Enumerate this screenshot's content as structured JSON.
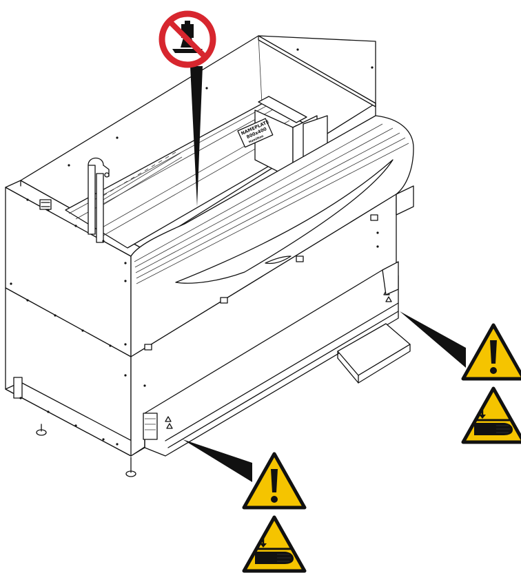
{
  "nameplate": {
    "line1": "NAMEPLATE",
    "line2": "800x400",
    "line3": "Hamilton"
  },
  "colors": {
    "prohibition_red": "#d7262e",
    "warning_yellow": "#f5c400",
    "outline": "#111111",
    "background": "#ffffff"
  },
  "icons": {
    "top": "no-heavy-load-icon",
    "right_upper": "general-warning-icon",
    "right_lower": "hand-crush-warning-icon",
    "bottom_upper": "general-warning-icon",
    "bottom_lower": "hand-crush-warning-icon"
  }
}
